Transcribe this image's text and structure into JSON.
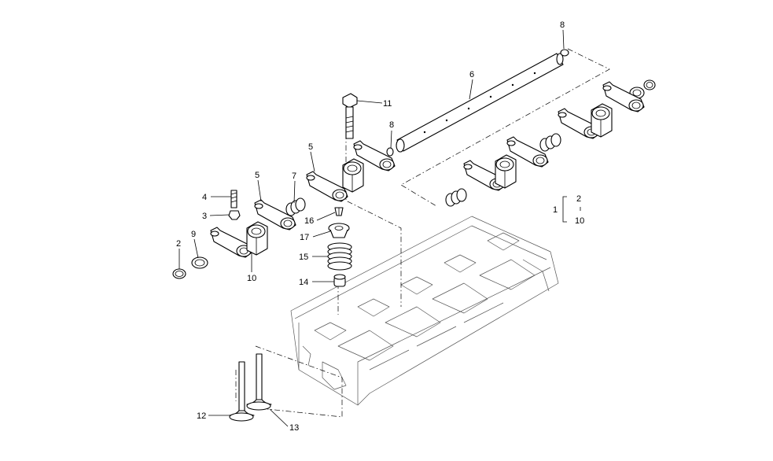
{
  "diagram": {
    "callouts": [
      {
        "id": "c8a",
        "text": "8"
      },
      {
        "id": "c6",
        "text": "6"
      },
      {
        "id": "c11",
        "text": "11"
      },
      {
        "id": "c8b",
        "text": "8"
      },
      {
        "id": "c5a",
        "text": "5"
      },
      {
        "id": "c5b",
        "text": "5"
      },
      {
        "id": "c7",
        "text": "7"
      },
      {
        "id": "c4",
        "text": "4"
      },
      {
        "id": "c3",
        "text": "3"
      },
      {
        "id": "c16",
        "text": "16"
      },
      {
        "id": "c17",
        "text": "17"
      },
      {
        "id": "c15",
        "text": "15"
      },
      {
        "id": "c14",
        "text": "14"
      },
      {
        "id": "c2",
        "text": "2"
      },
      {
        "id": "c9",
        "text": "9"
      },
      {
        "id": "c10",
        "text": "10"
      },
      {
        "id": "c12",
        "text": "12"
      },
      {
        "id": "c13",
        "text": "13"
      }
    ],
    "kit": {
      "main": "1",
      "top": "2",
      "bottom": "10"
    }
  }
}
